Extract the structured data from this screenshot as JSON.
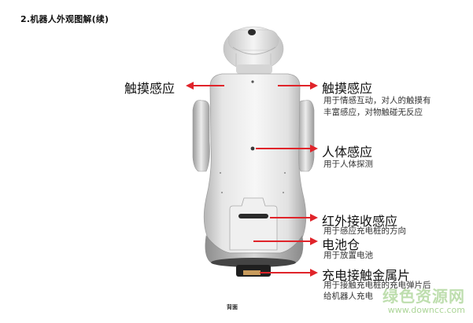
{
  "heading": "2.机器人外观图解(续)",
  "caption": "背面",
  "callouts": {
    "touch_left": {
      "title": "触摸感应"
    },
    "touch_right": {
      "title": "触摸感应",
      "desc_line1": "用于情感互动，对人的触摸有",
      "desc_line2": "丰富感应，对物触碰无反应"
    },
    "body_sense": {
      "title": "人体感应",
      "desc": "用于人体探测"
    },
    "ir_receiver": {
      "title": "红外接收感应",
      "desc": "用于感应充电桩的方向"
    },
    "battery": {
      "title": "电池仓",
      "desc": "用于放置电池"
    },
    "charging_contact": {
      "title": "充电接触金属片",
      "desc_line1": "用于接触充电桩的充电弹片后",
      "desc_line2": "给机器人充电"
    }
  },
  "watermark": {
    "line1": "绿色资源网",
    "line2": "www.downcc.com"
  },
  "colors": {
    "arrow": "#e0242a",
    "body_light": "#f2f2f2",
    "body_shade": "#a9a9a9",
    "arm_silver": "#c9c9c9"
  }
}
